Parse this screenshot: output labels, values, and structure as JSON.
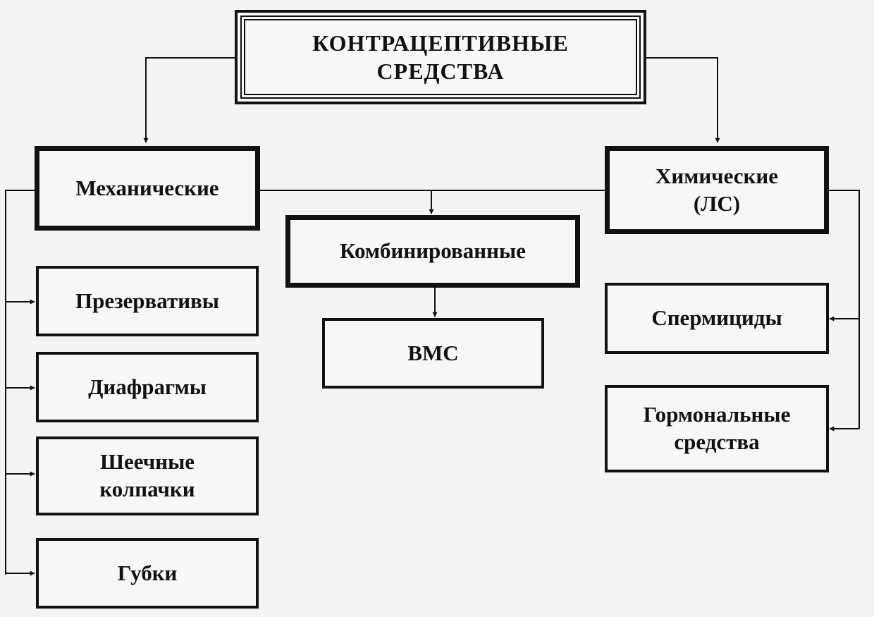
{
  "diagram": {
    "root": "КОНТРАЦЕПТИВНЫЕ\nСРЕДСТВА",
    "categories": {
      "mechanical": "Механические",
      "combined": "Комбинированные",
      "chemical": "Химические\n(ЛС)"
    },
    "mechanical_items": [
      "Презервативы",
      "Диафрагмы",
      "Шеечные\nколпачки",
      "Губки"
    ],
    "combined_items": [
      "ВМС"
    ],
    "chemical_items": [
      "Спермициды",
      "Гормональные\nсредства"
    ]
  },
  "colors": {
    "ink": "#111111",
    "background": "#f4f4f2"
  }
}
